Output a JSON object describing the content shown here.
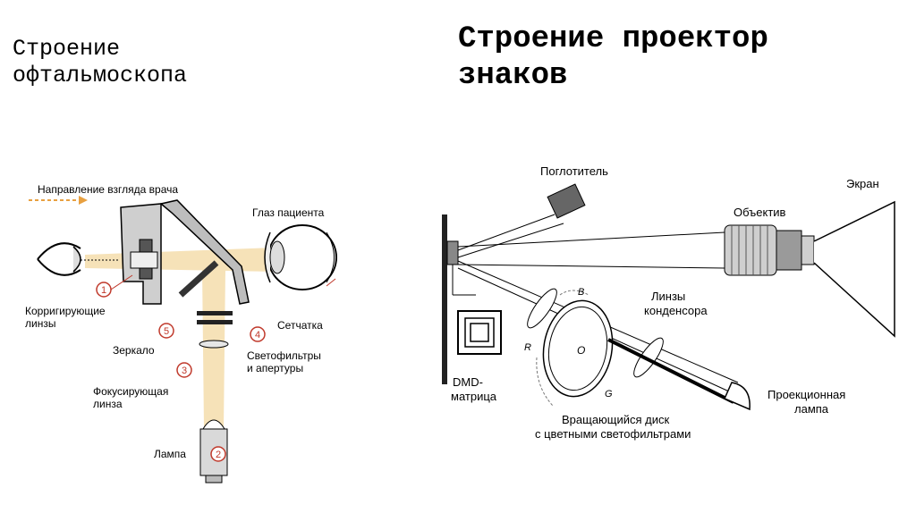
{
  "left": {
    "title_line1": "Строение",
    "title_line2": "офтальмоскопа",
    "labels": {
      "gaze_direction": "Направление взгляда врача",
      "patient_eye": "Глаз пациента",
      "corrective_lenses_1": "Корригирующие",
      "corrective_lenses_2": "линзы",
      "retina": "Сетчатка",
      "mirror": "Зеркало",
      "filters_1": "Светофильтры",
      "filters_2": "и апертуры",
      "focusing_lens_1": "Фокусирующая",
      "focusing_lens_2": "линза",
      "lamp": "Лампа"
    },
    "markers": [
      "1",
      "2",
      "3",
      "4",
      "5"
    ]
  },
  "right": {
    "title_line1": "Строение проектор",
    "title_line2": "знаков",
    "labels": {
      "absorber": "Поглотитель",
      "screen": "Экран",
      "objective": "Объектив",
      "condenser_lenses_1": "Линзы",
      "condenser_lenses_2": "конденсора",
      "dmd_1": "DMD-",
      "dmd_2": "матрица",
      "disk_1": "Вращающийся диск",
      "disk_2": "с цветными светофильтрами",
      "projection_lamp_1": "Проекционная",
      "projection_lamp_2": "лампа",
      "disk_center": "O",
      "color_b": "B",
      "color_r": "R",
      "color_g": "G"
    }
  },
  "colors": {
    "beam": "#f6e2b8",
    "marker": "#c0392b",
    "arrow": "#e8a040",
    "line": "#000000"
  }
}
